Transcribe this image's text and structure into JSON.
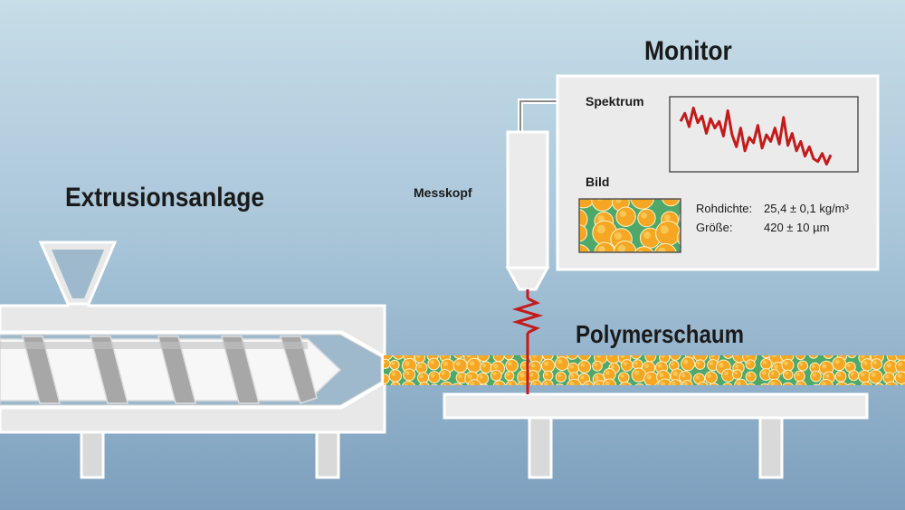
{
  "labels": {
    "extrusion": "Extrusionsanlage",
    "monitor": "Monitor",
    "probe": "Messkopf",
    "foam": "Polymerschaum",
    "spectrum": "Spektrum",
    "image": "Bild"
  },
  "readout": {
    "density_label": "Rohdichte:",
    "density_value": "25,4 ± 0,1 kg/m³",
    "size_label": "Größe:",
    "size_value": "420 ± 10 µm"
  },
  "spectrum_values": [
    0.7,
    0.82,
    0.62,
    0.9,
    0.68,
    0.78,
    0.52,
    0.74,
    0.6,
    0.7,
    0.48,
    0.86,
    0.5,
    0.32,
    0.6,
    0.26,
    0.46,
    0.38,
    0.64,
    0.3,
    0.5,
    0.4,
    0.6,
    0.36,
    0.76,
    0.34,
    0.52,
    0.26,
    0.4,
    0.18,
    0.32,
    0.14,
    0.1,
    0.22,
    0.06,
    0.2
  ],
  "colors": {
    "foam_bubble": "#f5a623",
    "foam_bubble_highlight": "#fbd46a",
    "foam_matrix": "#4da86a",
    "signal_red": "#c41a1a",
    "machine_fill": "#ebebeb",
    "machine_stroke": "#ffffff"
  }
}
